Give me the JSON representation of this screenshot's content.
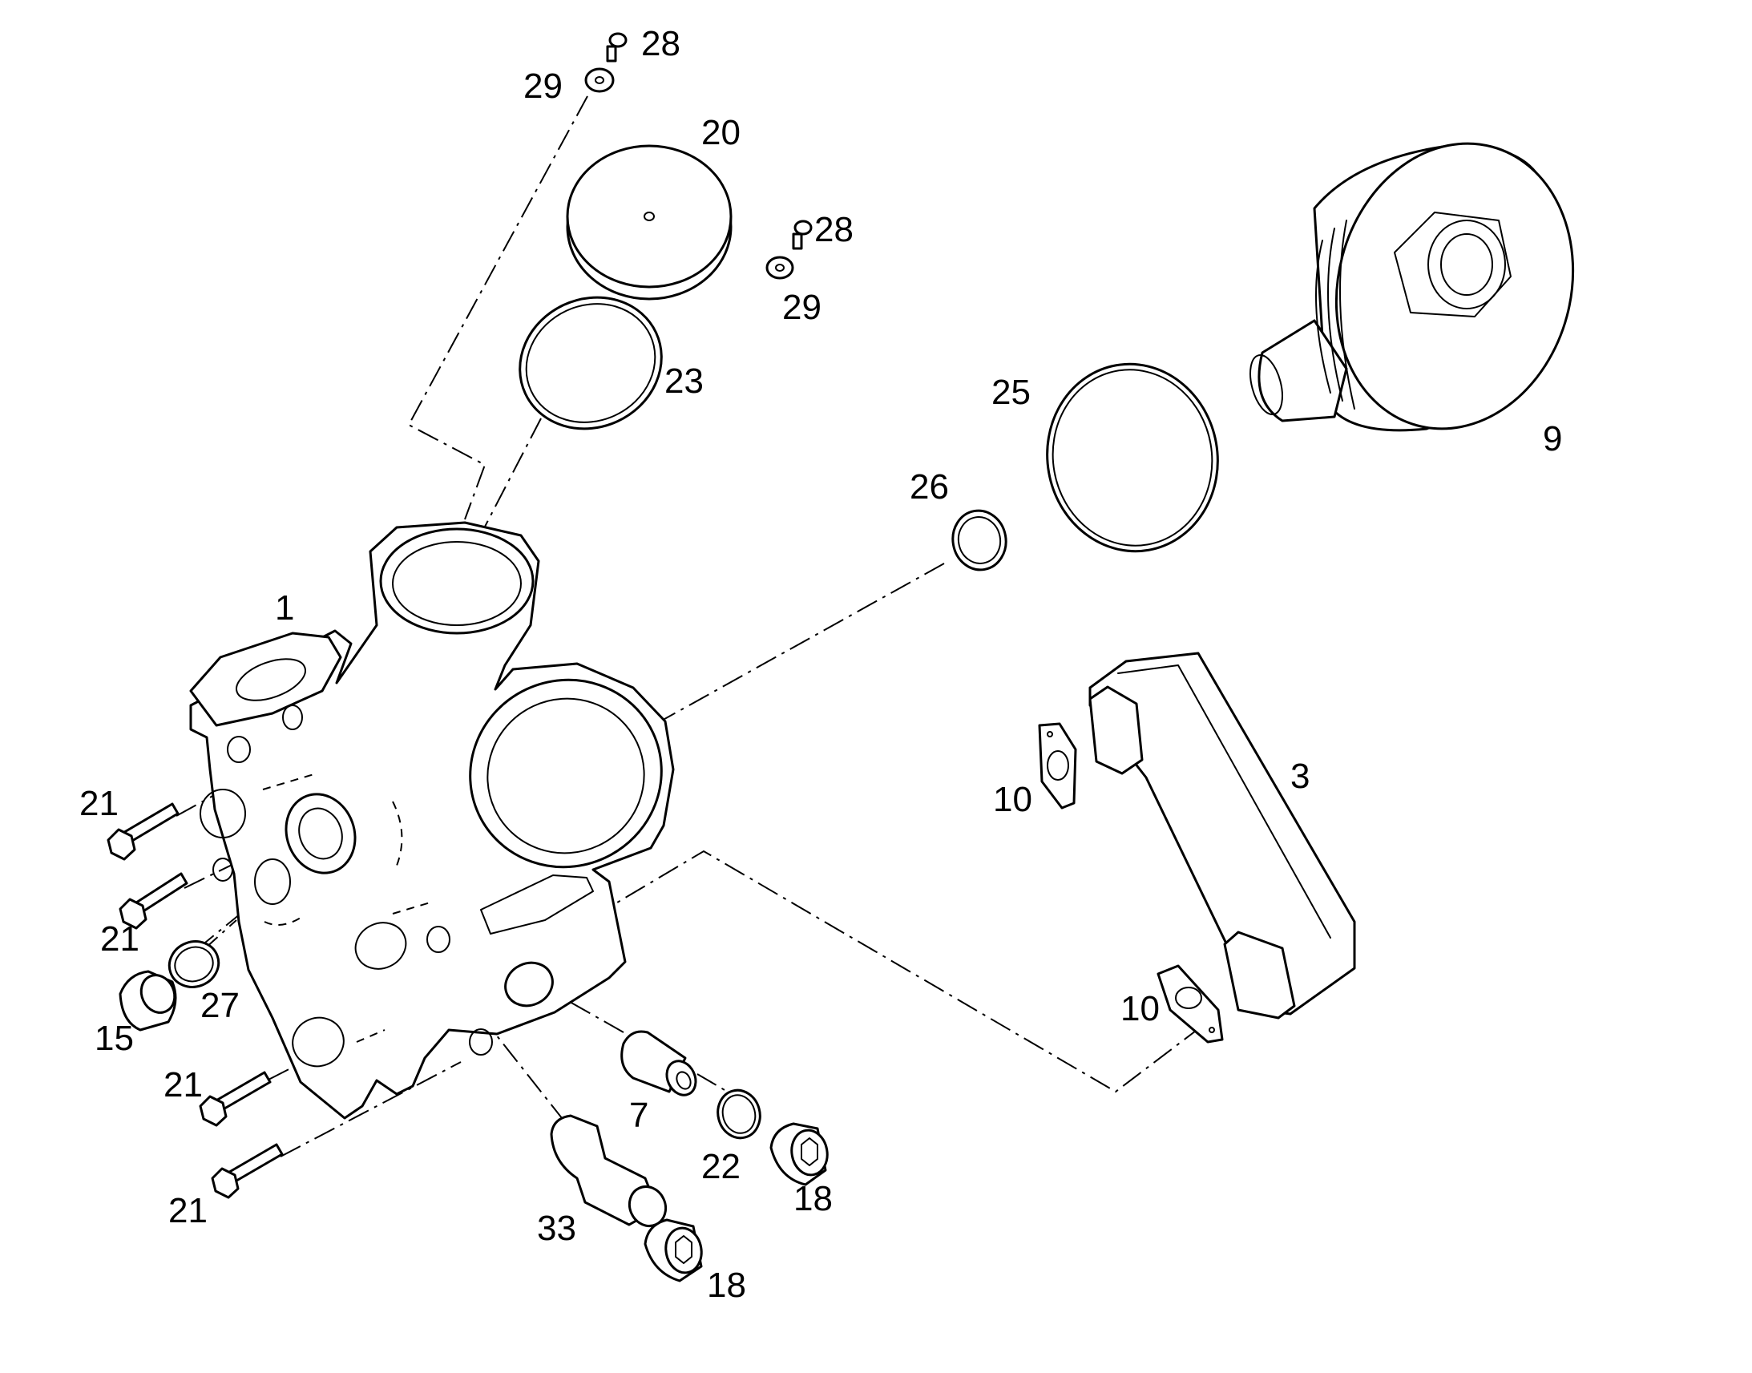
{
  "diagram": {
    "callouts": {
      "c1": "1",
      "c3": "3",
      "c7": "7",
      "c9": "9",
      "c10a": "10",
      "c10b": "10",
      "c15": "15",
      "c18a": "18",
      "c18b": "18",
      "c20": "20",
      "c21a": "21",
      "c21b": "21",
      "c21c": "21",
      "c21d": "21",
      "c22": "22",
      "c23": "23",
      "c25": "25",
      "c26": "26",
      "c27": "27",
      "c28a": "28",
      "c28b": "28",
      "c29a": "29",
      "c29b": "29",
      "c33": "33"
    }
  }
}
